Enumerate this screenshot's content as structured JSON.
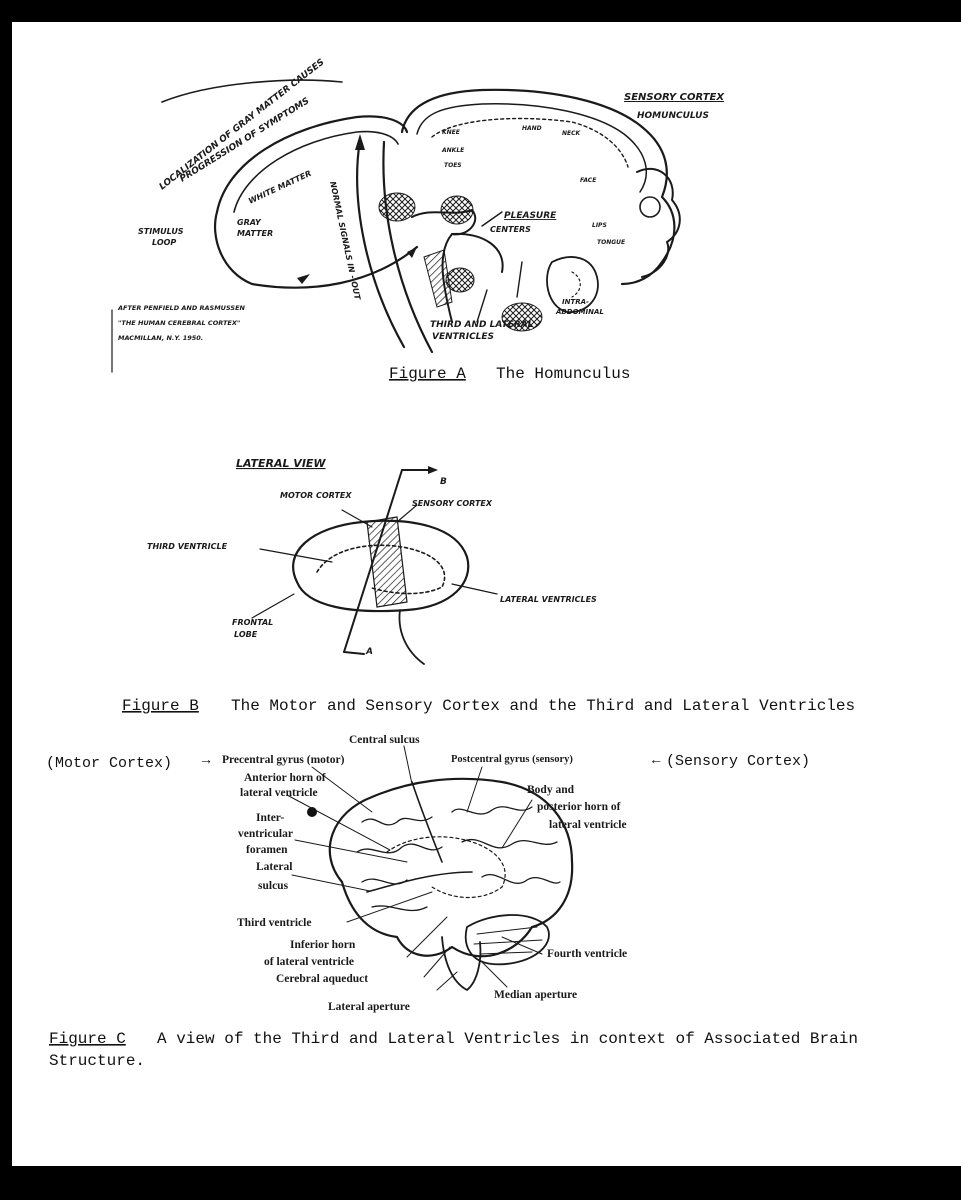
{
  "figure_a": {
    "labels": {
      "localization": "LOCALIZATION OF GRAY MATTER CAUSES",
      "progression": "PROGRESSION OF SYMPTOMS",
      "white_matter": "WHITE MATTER",
      "gray_matter_1": "GRAY",
      "gray_matter_2": "MATTER",
      "stimulus_1": "STIMULUS",
      "stimulus_2": "LOOP",
      "signals": "NORMAL SIGNALS IN - OUT",
      "sensory_1": "SENSORY CORTEX",
      "sensory_2": "HOMUNCULUS",
      "pleasure_1": "PLEASURE",
      "pleasure_2": "CENTERS",
      "third_1": "THIRD AND LATERAL",
      "third_2": "VENTRICLES",
      "intra_1": "INTRA-",
      "intra_2": "ABDOMINAL",
      "body_knee": "KNEE",
      "body_ankle": "ANKLE",
      "body_toes": "TOES",
      "body_hand": "HAND",
      "body_neck": "NECK",
      "body_face": "FACE",
      "body_lips": "LIPS",
      "body_tongue": "TONGUE",
      "credit_1": "AFTER PENFIELD AND RASMUSSEN",
      "credit_2": "\"THE HUMAN CEREBRAL CORTEX\"",
      "credit_3": "MACMILLAN, N.Y. 1950."
    },
    "caption_label": "Figure A",
    "caption_text": "The Homunculus"
  },
  "figure_b": {
    "labels": {
      "lateral_view": "LATERAL VIEW",
      "motor": "MOTOR CORTEX",
      "sensory": "SENSORY CORTEX",
      "third": "THIRD VENTRICLE",
      "lateral": "LATERAL VENTRICLES",
      "frontal_1": "FRONTAL",
      "frontal_2": "LOBE",
      "marker_b": "B",
      "marker_a": "A"
    },
    "caption_label": "Figure B",
    "caption_text": "The Motor and Sensory Cortex and the Third and Lateral Ventricles"
  },
  "figure_c": {
    "labels": {
      "motor_cortex": "(Motor Cortex)",
      "sensory_cortex": "(Sensory Cortex)",
      "central_sulcus": "Central sulcus",
      "precentral": "Precentral gyrus (motor)",
      "postcentral": "Postcentral gyrus (sensory)",
      "anterior_1": "Anterior horn of",
      "anterior_2": "lateral ventricle",
      "body_1": "Body and",
      "body_2": "posterior horn of",
      "body_3": "lateral ventricle",
      "inter_1": "Inter-",
      "inter_2": "ventricular",
      "inter_3": "foramen",
      "lateral_sulcus_1": "Lateral",
      "lateral_sulcus_2": "sulcus",
      "third_ventricle": "Third ventricle",
      "inferior_1": "Inferior horn",
      "inferior_2": "of lateral ventricle",
      "aqueduct": "Cerebral aqueduct",
      "lateral_aperture": "Lateral aperture",
      "fourth": "Fourth ventricle",
      "median": "Median aperture"
    },
    "caption_label": "Figure C",
    "caption_text_1": "A view of the Third and Lateral Ventricles in context of Associated Brain",
    "caption_text_2": "Structure."
  }
}
